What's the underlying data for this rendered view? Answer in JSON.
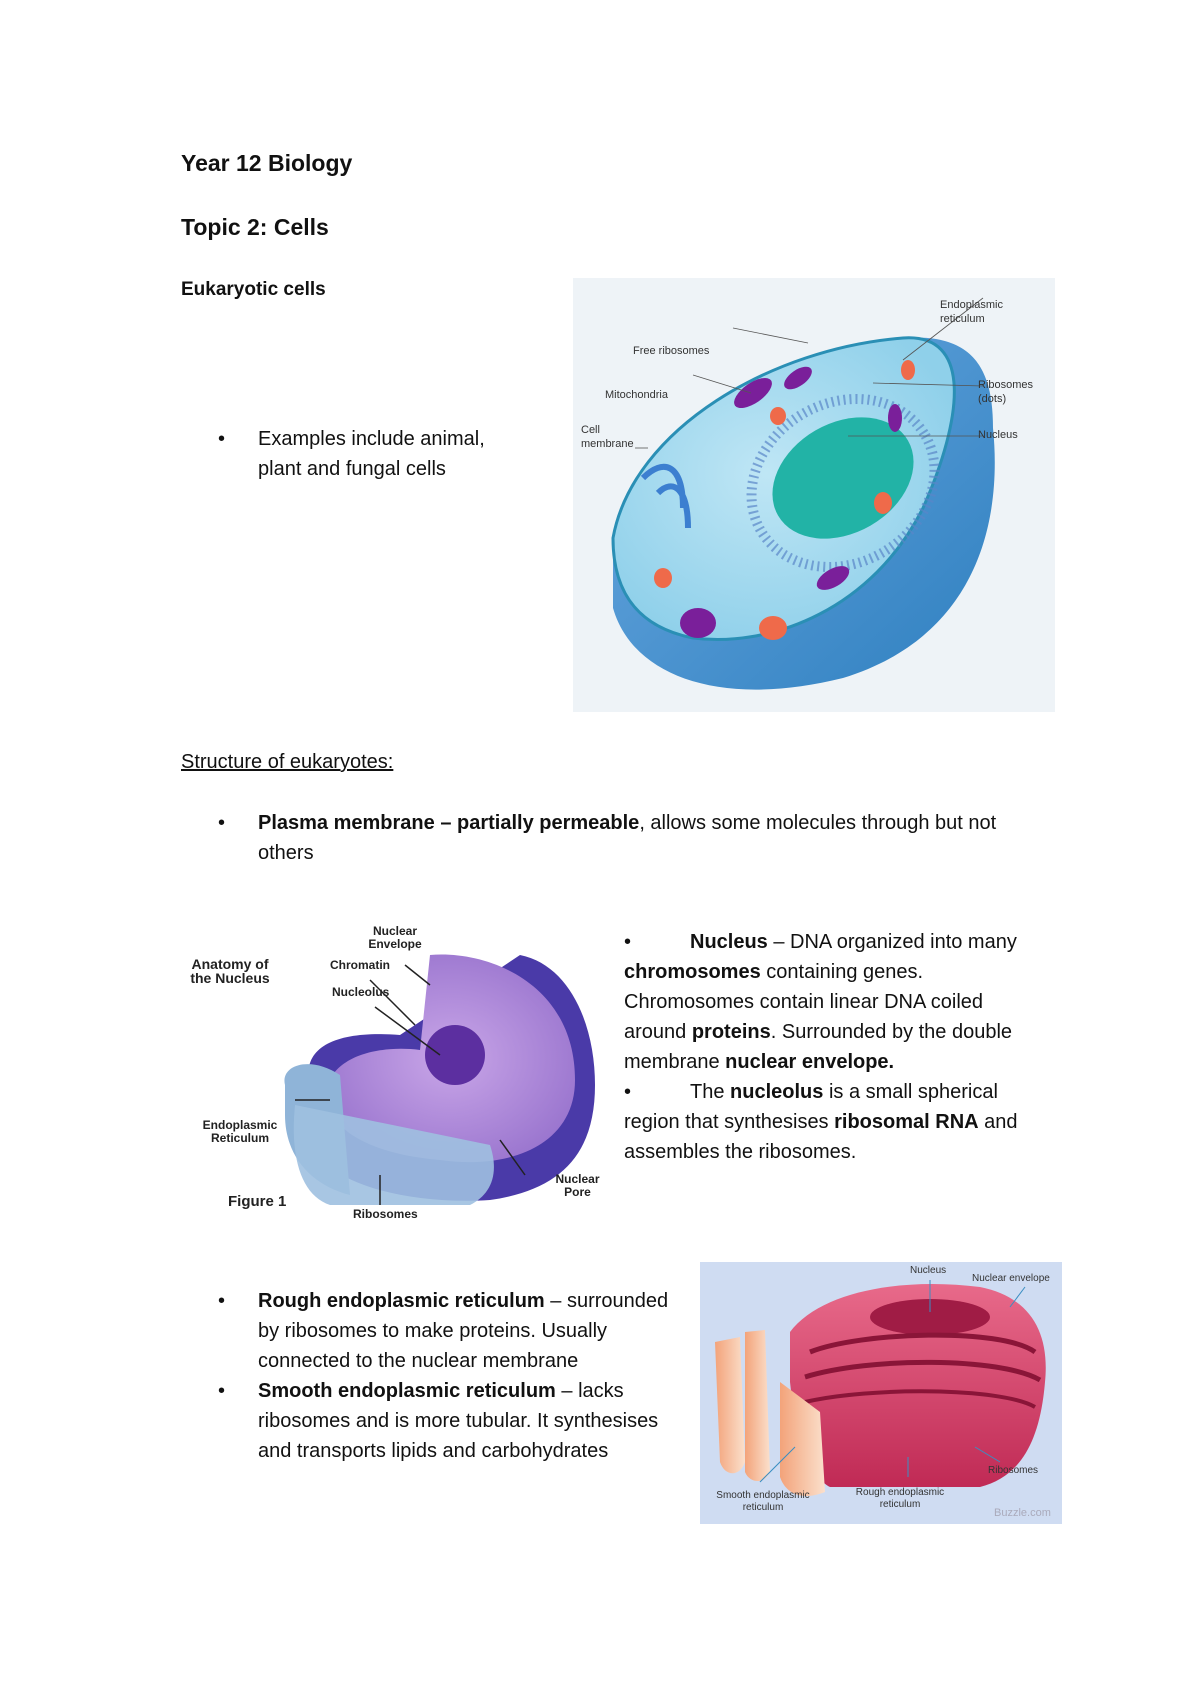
{
  "document": {
    "title": "Year 12 Biology",
    "topic": "Topic 2: Cells",
    "section_eukaryotic": "Eukaryotic cells",
    "examples_bullet": "Examples include animal, plant and fungal cells",
    "structure_heading": "Structure of eukaryotes:",
    "plasma_membrane": {
      "term": "Plasma membrane – partially permeable",
      "rest": ", allows some molecules through but not others"
    },
    "nucleus_bullet": {
      "t1": "Nucleus",
      "t2": " – DNA organized into many ",
      "t3": "chromosomes",
      "t4": " containing genes. Chromosomes contain linear DNA coiled around ",
      "t5": "proteins",
      "t6": ". Surrounded by the double membrane ",
      "t7": "nuclear envelope."
    },
    "nucleolus_bullet": {
      "t1": "The ",
      "t2": "nucleolus",
      "t3": " is a small spherical region that synthesises ",
      "t4": "ribosomal RNA",
      "t5": " and assembles the ribosomes."
    },
    "rough_er_bullet": {
      "term": "Rough endoplasmic reticulum",
      "rest": " – surrounded by ribosomes to make proteins. Usually connected to the nuclear membrane"
    },
    "smooth_er_bullet": {
      "term": "Smooth endoplasmic reticulum",
      "rest": " – lacks ribosomes and is more tubular. It synthesises and transports lipids and carbohydrates"
    }
  },
  "figures": {
    "cell_diagram": {
      "labels": {
        "er": "Endoplasmic reticulum",
        "free_ribosomes": "Free ribosomes",
        "mitochondria": "Mitochondria",
        "ribosomes": "Ribosomes (dots)",
        "cell_membrane": "Cell membrane",
        "nucleus": "Nucleus"
      }
    },
    "nucleus_diagram": {
      "title": "Anatomy of the Nucleus",
      "caption": "Figure 1",
      "labels": {
        "nuclear_envelope": "Nuclear Envelope",
        "chromatin": "Chromatin",
        "nucleolus": "Nucleolus",
        "er": "Endoplasmic Reticulum",
        "nuclear_pore": "Nuclear Pore",
        "ribosomes": "Ribosomes"
      }
    },
    "er_diagram": {
      "labels": {
        "nucleus": "Nucleus",
        "nuclear_envelope": "Nuclear envelope",
        "ribosomes": "Ribosomes",
        "smooth_er": "Smooth endoplasmic reticulum",
        "rough_er": "Rough endoplasmic reticulum",
        "credit": "Buzzle.com"
      }
    }
  }
}
